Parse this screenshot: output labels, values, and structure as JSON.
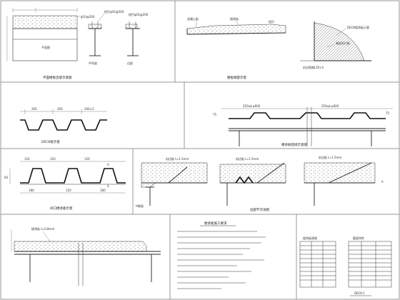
{
  "sheet": {
    "panels": [
      {
        "id": "p1",
        "caption": "平面楼板连接示意图"
      },
      {
        "id": "p2",
        "caption": "楼板端部示意"
      },
      {
        "id": "p3",
        "caption": "DECK板示意"
      },
      {
        "id": "p4",
        "caption": "楼承板搭接示意图"
      },
      {
        "id": "p5",
        "caption": "闭口楼承板示意"
      },
      {
        "id": "p6",
        "caption": "边部节点详图"
      },
      {
        "id": "p7",
        "caption": ""
      },
      {
        "id": "p8",
        "caption": "楼承板施工要求"
      },
      {
        "id": "p9",
        "caption": "",
        "table_left_title": "楼承板规格",
        "table_right_title": "截面特性",
        "footer": "DECK-1"
      }
    ],
    "notes_title": "楼承板施工要求"
  },
  "colors": {
    "line": "#222222",
    "background": "#ffffff"
  }
}
